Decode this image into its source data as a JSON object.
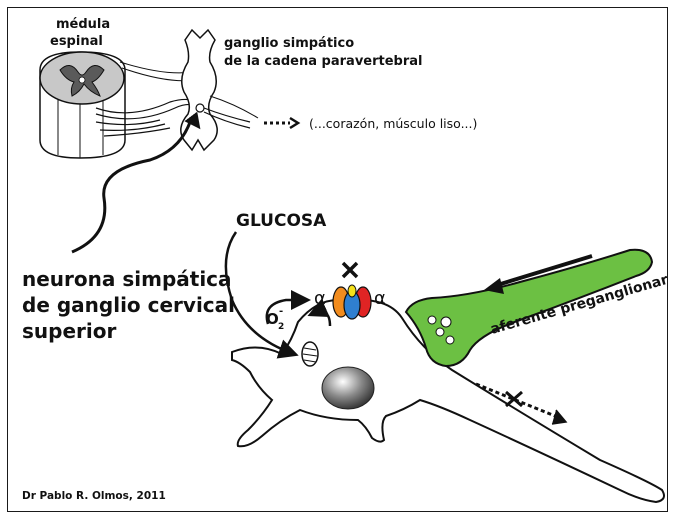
{
  "labels": {
    "medula_line1": "médula",
    "medula_line2": "espinal",
    "ganglio_line1": "ganglio simpático",
    "ganglio_line2": "de la cadena paravertebral",
    "targets": "(...corazón, músculo liso...)",
    "glucosa": "GLUCOSA",
    "neurona_line1": "neurona simpática",
    "neurona_line2": "de ganglio cervical",
    "neurona_line3": "superior",
    "alpha_left": "α",
    "alpha_right": "α",
    "o2": "O",
    "o2_sub": "2",
    "o2_sup": "-",
    "aferente": "aferente preganglionar",
    "credit": "Dr Pablo R. Olmos, 2011"
  },
  "colors": {
    "afferent_fill": "#6cc043",
    "channel_orange": "#f28c1e",
    "channel_yellow": "#f5e11a",
    "channel_blue": "#2f7fd0",
    "channel_red": "#e02424",
    "cord_gray": "#9a9a9a",
    "nucleus": "#7a7a7a"
  }
}
